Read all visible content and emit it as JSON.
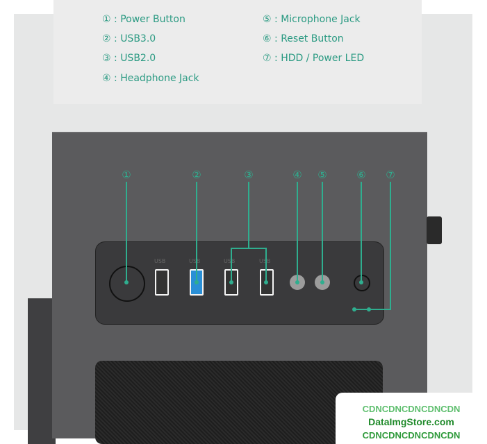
{
  "legend": [
    {
      "num": "①",
      "label": "Power Button"
    },
    {
      "num": "②",
      "label": "USB3.0"
    },
    {
      "num": "③",
      "label": "USB2.0"
    },
    {
      "num": "④",
      "label": "Headphone Jack"
    },
    {
      "num": "⑤",
      "label": "Microphone Jack"
    },
    {
      "num": "⑥",
      "label": "Reset Button"
    },
    {
      "num": "⑦",
      "label": "HDD / Power LED"
    }
  ],
  "port_labels": {
    "usb": "USB"
  },
  "watermark": {
    "line1": "CDNCDNCDNCDNCDN",
    "line2": "DataImgStore.com",
    "line3": "CDNCDNCDNCDNCDN"
  },
  "colors": {
    "accent": "#2fae8f",
    "usb3": "#2a8fd6"
  }
}
